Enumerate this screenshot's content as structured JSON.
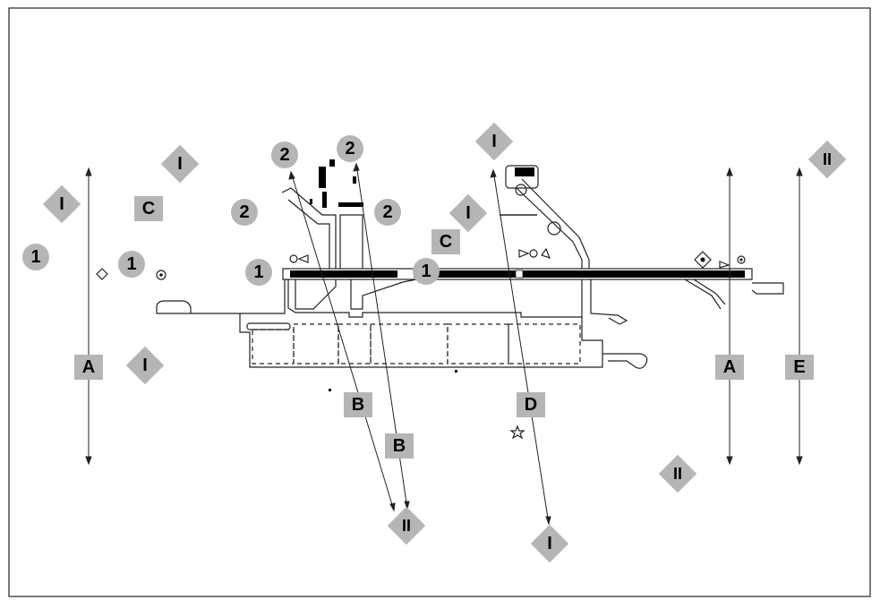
{
  "colors": {
    "frame": "#222222",
    "label_fill": "#b5b5b5",
    "label_text": "#000000",
    "runway": "#000000",
    "taxiway_outline": "#222222"
  },
  "labels": {
    "diamonds": [
      {
        "id": "d1",
        "text": "I"
      },
      {
        "id": "d2",
        "text": "I"
      },
      {
        "id": "d3",
        "text": "I"
      },
      {
        "id": "d4",
        "text": "I"
      },
      {
        "id": "d5",
        "text": "I"
      },
      {
        "id": "d6",
        "text": "II"
      },
      {
        "id": "d7",
        "text": "II"
      },
      {
        "id": "d8",
        "text": "II"
      },
      {
        "id": "d9",
        "text": "I"
      }
    ],
    "squares": [
      {
        "id": "s1",
        "text": "C"
      },
      {
        "id": "s2",
        "text": "C"
      },
      {
        "id": "s3",
        "text": "A"
      },
      {
        "id": "s4",
        "text": "A"
      },
      {
        "id": "s5",
        "text": "E"
      },
      {
        "id": "s6",
        "text": "B"
      },
      {
        "id": "s7",
        "text": "B"
      },
      {
        "id": "s8",
        "text": "D"
      }
    ],
    "circles": [
      {
        "id": "c1",
        "text": "2"
      },
      {
        "id": "c2",
        "text": "2"
      },
      {
        "id": "c3",
        "text": "2"
      },
      {
        "id": "c4",
        "text": "2"
      },
      {
        "id": "c5",
        "text": "1"
      },
      {
        "id": "c6",
        "text": "1"
      },
      {
        "id": "c7",
        "text": "1"
      },
      {
        "id": "c8",
        "text": "1"
      }
    ]
  }
}
